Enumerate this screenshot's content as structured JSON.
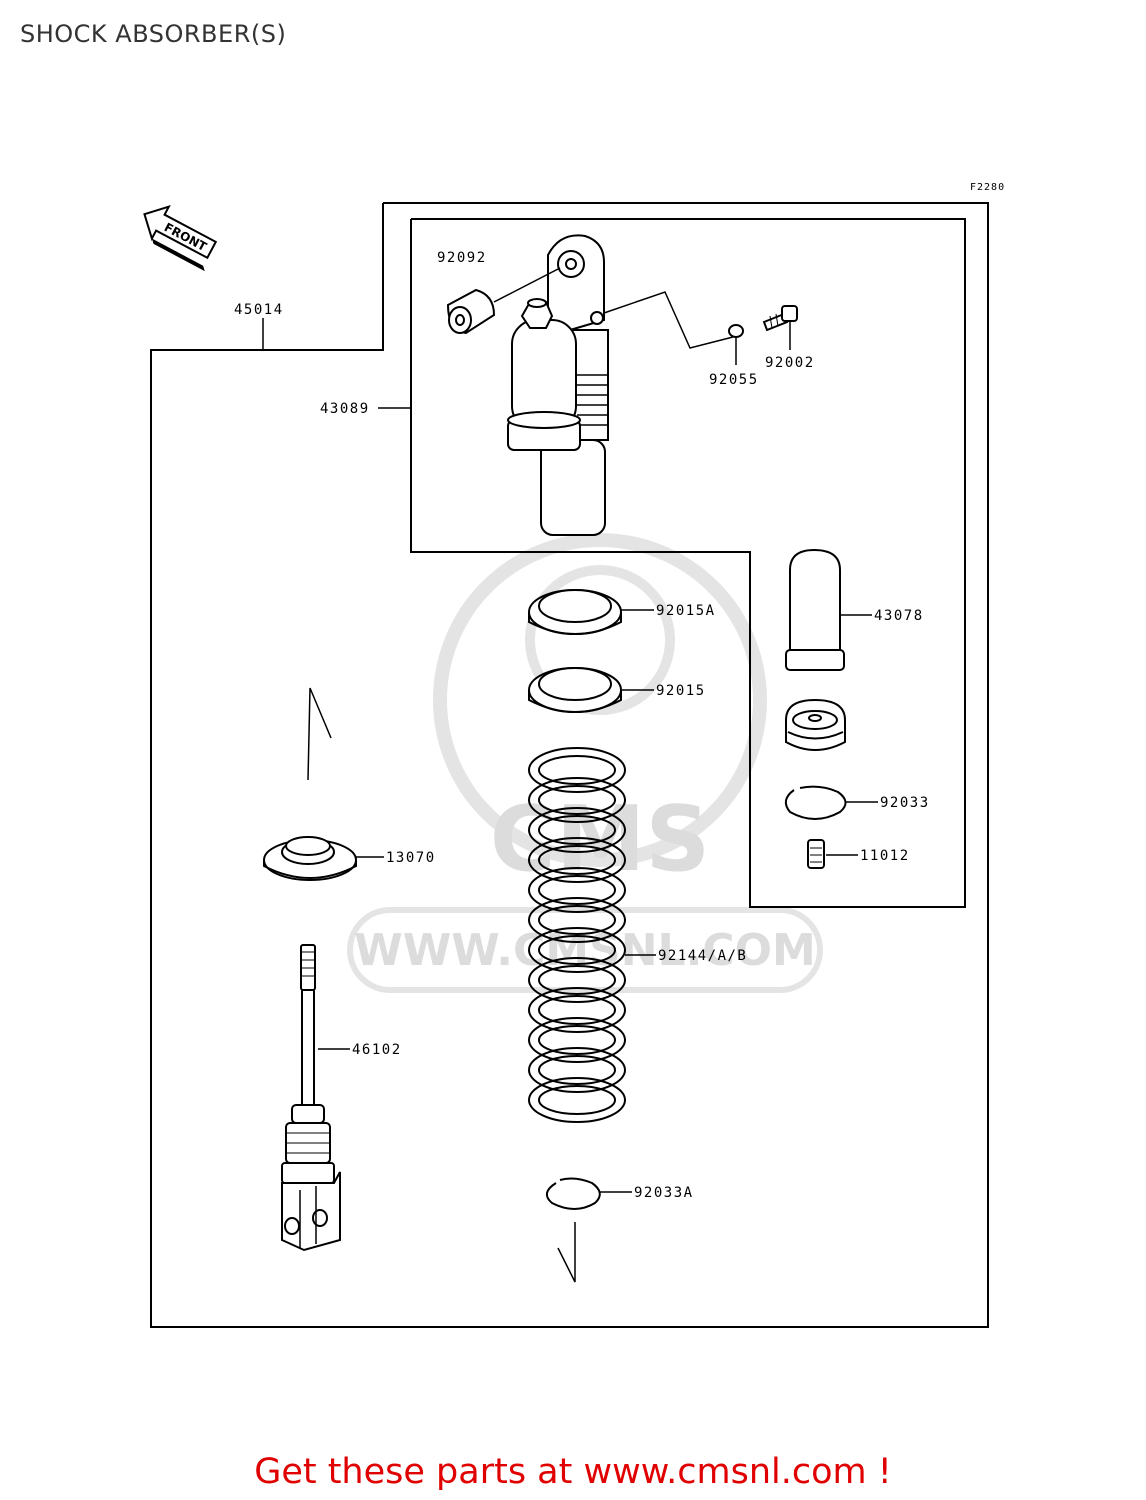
{
  "page": {
    "title": "SHOCK ABSORBER(S)"
  },
  "diagram": {
    "ref_code": "F2280",
    "front_label": "FRONT",
    "watermark": {
      "brand": "CMS",
      "url": "WWW.CMSNL.COM"
    },
    "parts": {
      "p45014": "45014",
      "p43089": "43089",
      "p92092": "92092",
      "p92055": "92055",
      "p92002": "92002",
      "p43078": "43078",
      "p92015A": "92015A",
      "p92015": "92015",
      "p92033": "92033",
      "p11012": "11012",
      "p13070": "13070",
      "p92144": "92144/A/B",
      "p46102": "46102",
      "p92033A": "92033A"
    }
  },
  "footer": {
    "promo_text": "Get these parts at www.cmsnl.com !"
  },
  "colors": {
    "line": "#000000",
    "promo": "#e00000",
    "watermark": "#dcdcdc"
  }
}
